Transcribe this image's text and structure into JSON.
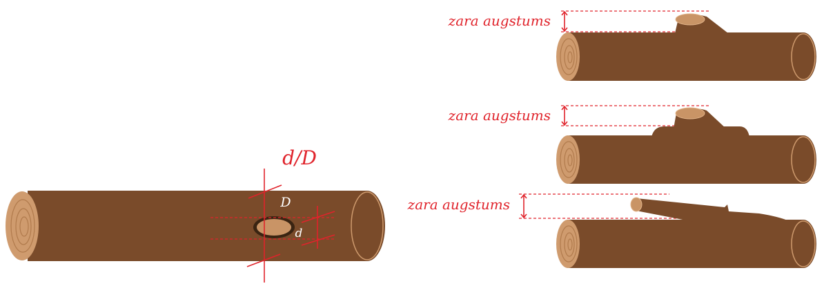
{
  "colors": {
    "bark": "#7a4b2a",
    "bark_dark": "#5a341b",
    "end_face": "#cf9b6e",
    "end_face_light": "#e2b48a",
    "ring": "#b07a4c",
    "knot_face": "#c99466",
    "knot_rim": "#3a2412",
    "annotation": "#e0232b",
    "label_white": "#ffffff"
  },
  "left_diagram": {
    "ratio_label": "d/D",
    "diameter_label_D": "D",
    "diameter_label_d": "d"
  },
  "right_diagrams": [
    {
      "label": "zara augstums"
    },
    {
      "label": "zara augstums"
    },
    {
      "label": "zara augstums"
    }
  ]
}
